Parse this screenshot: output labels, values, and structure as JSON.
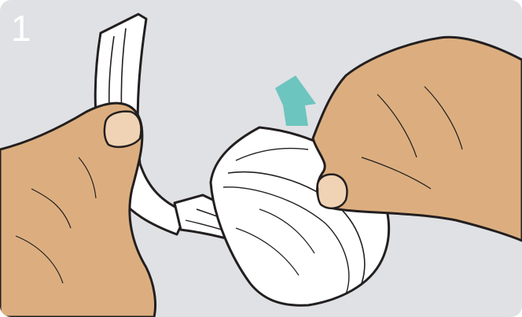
{
  "step": {
    "number": "1"
  },
  "scene": {
    "background_color": "#e0e1e4",
    "skin_color": "#dcae7f",
    "nail_color": "#f0d3b4",
    "device_color": "#ffffff",
    "outline_color": "#231f20",
    "arrow_color": "#6cc5bf",
    "arrow_direction": "up",
    "icons": [
      "left-hand",
      "right-hand",
      "headset-headband",
      "ear-cushion",
      "boom-microphone",
      "remove-arrow-icon"
    ]
  }
}
